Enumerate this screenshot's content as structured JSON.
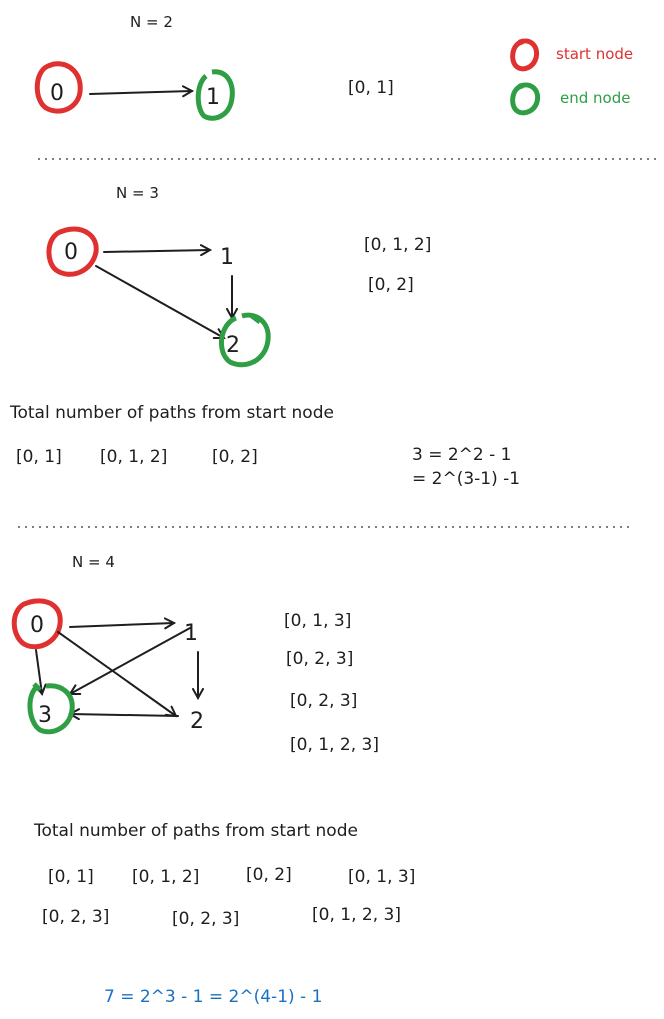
{
  "colors": {
    "ink": "#1e1e1e",
    "start": "#e03131",
    "end": "#2f9e44",
    "formula": "#1971c2"
  },
  "legend": {
    "start_label": "start node",
    "end_label": "end node"
  },
  "section_n2": {
    "title": "N = 2",
    "node_0": "0",
    "node_1": "1",
    "paths": [
      "[0, 1]"
    ]
  },
  "section_n3": {
    "title": "N = 3",
    "node_0": "0",
    "node_1": "1",
    "node_2": "2",
    "paths": [
      "[0, 1, 2]",
      "[0, 2]"
    ],
    "total_heading": "Total number of paths from start node",
    "total_paths": [
      "[0, 1]",
      "[0, 1, 2]",
      "[0, 2]"
    ],
    "formula_line1": "3 = 2^2 - 1",
    "formula_line2": "= 2^(3-1) -1"
  },
  "section_n4": {
    "title": "N = 4",
    "node_0": "0",
    "node_1": "1",
    "node_2": "2",
    "node_3": "3",
    "paths": [
      "[0, 1, 3]",
      "[0, 2, 3]",
      "[0, 2, 3]",
      "[0, 1, 2, 3]"
    ],
    "total_heading": "Total number of paths from start node",
    "total_paths_row1": [
      "[0, 1]",
      "[0, 1, 2]",
      "[0, 2]",
      "[0, 1, 3]"
    ],
    "total_paths_row2": [
      "[0, 2, 3]",
      "[0, 2, 3]",
      "[0, 1, 2, 3]"
    ],
    "formula": "7 = 2^3 - 1 = 2^(4-1) - 1"
  }
}
